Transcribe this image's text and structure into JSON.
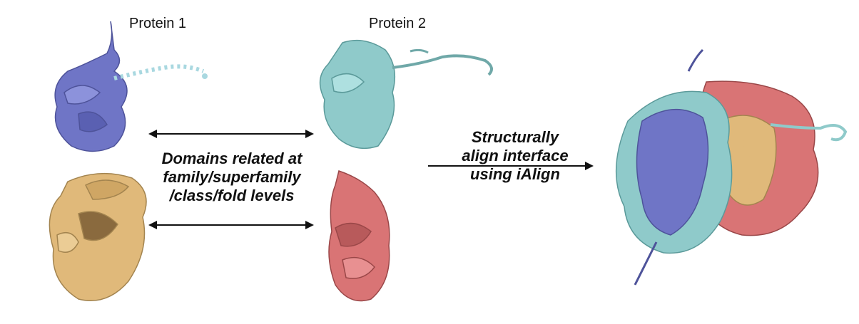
{
  "labels": {
    "protein1": "Protein 1",
    "protein2": "Protein 2"
  },
  "relation_text": {
    "line1": "Domains related at",
    "line2": "family/superfamily",
    "line3": "/class/fold levels"
  },
  "align_text": {
    "line1": "Structurally",
    "line2": "align interface",
    "line3": "using iAlign"
  },
  "colors": {
    "protein1_domain_a": "#6f75c6",
    "protein2_domain_a": "#8fcaca",
    "protein1_domain_b": "#e0b97a",
    "protein2_domain_b": "#d97475",
    "interface_beads": "#a9d8e0"
  }
}
